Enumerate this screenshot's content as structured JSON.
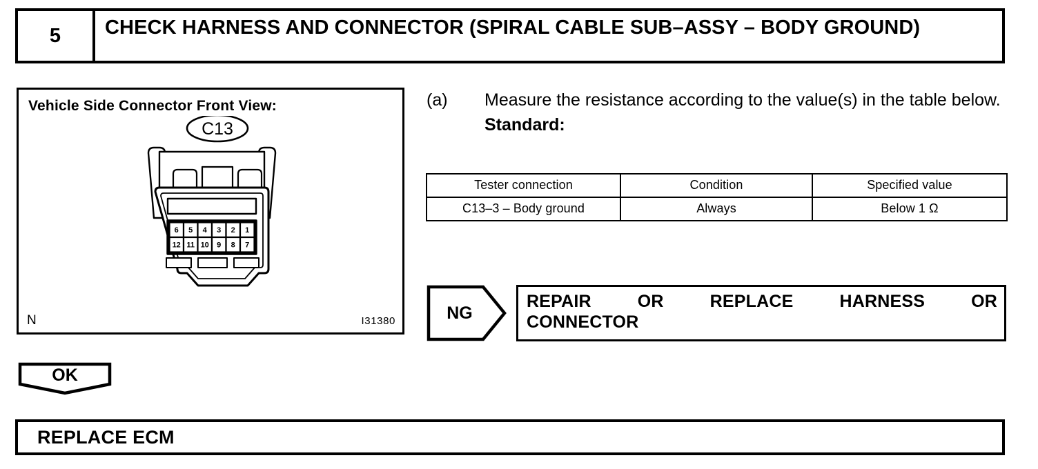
{
  "step": {
    "number": "5",
    "title": "CHECK HARNESS AND CONNECTOR (SPIRAL CABLE SUB–ASSY – BODY GROUND)"
  },
  "figure": {
    "caption": "Vehicle Side Connector Front View:",
    "connector_label": "C13",
    "orientation_marker": "N",
    "figure_id": "I31380",
    "pins": {
      "top_row": [
        "6",
        "5",
        "4",
        "3",
        "2",
        "1"
      ],
      "bottom_row": [
        "12",
        "11",
        "10",
        "9",
        "8",
        "7"
      ]
    }
  },
  "instruction": {
    "marker": "(a)",
    "text": "Measure the resistance according to the value(s) in the table below.",
    "standard_label": "Standard:"
  },
  "spec_table": {
    "headers": [
      "Tester connection",
      "Condition",
      "Specified value"
    ],
    "rows": [
      [
        "C13–3 – Body ground",
        "Always",
        "Below 1 Ω"
      ]
    ]
  },
  "ng_result": {
    "flag": "NG",
    "action_line_1": "REPAIR OR REPLACE HARNESS OR",
    "action_line_2": "CONNECTOR"
  },
  "ok_result": {
    "flag": "OK"
  },
  "final_action": {
    "label": "REPLACE ECM"
  },
  "colors": {
    "ink": "#000000",
    "paper": "#ffffff"
  }
}
